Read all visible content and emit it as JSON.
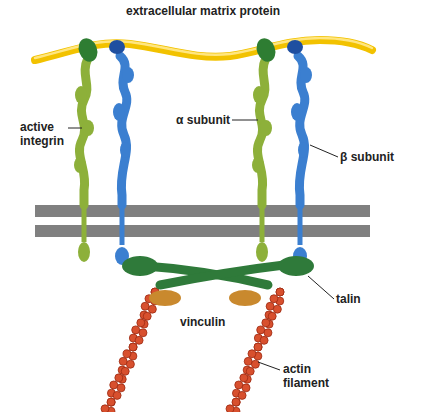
{
  "diagram": {
    "labels": [
      "extracellular matrix protein",
      "active integrin",
      "α subunit",
      "β subunit",
      "talin",
      "vinculin",
      "actin filament"
    ]
  }
}
